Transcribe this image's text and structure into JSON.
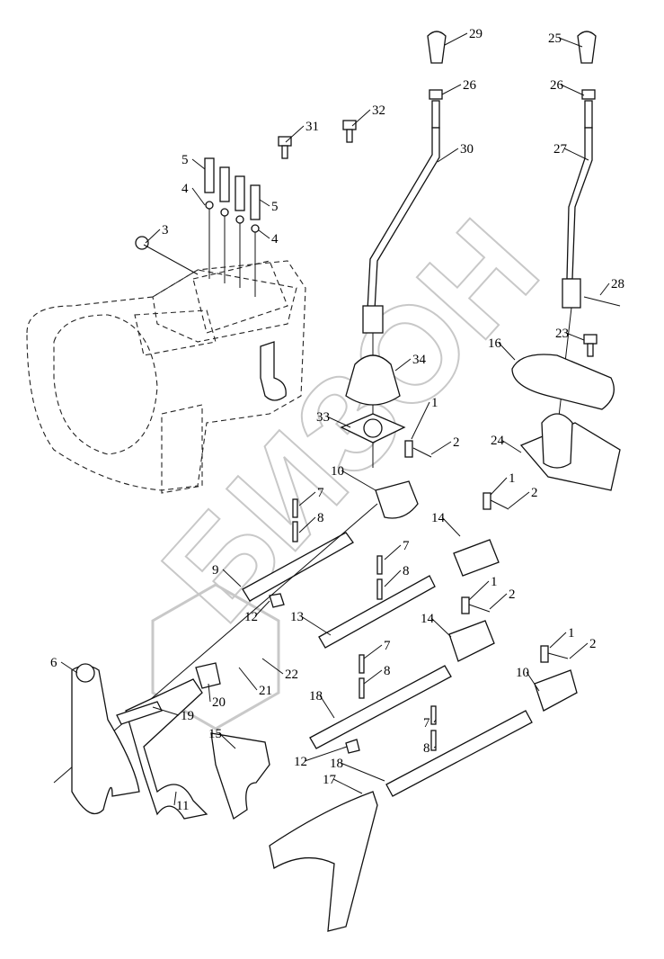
{
  "watermark": "БИЗОН",
  "callouts": [
    "29",
    "26",
    "32",
    "31",
    "30",
    "5",
    "4",
    "5",
    "4",
    "3",
    "25",
    "26",
    "27",
    "28",
    "23",
    "16",
    "34",
    "33",
    "1",
    "2",
    "10",
    "24",
    "1",
    "2",
    "7",
    "8",
    "14",
    "9",
    "7",
    "8",
    "1",
    "2",
    "12",
    "13",
    "14",
    "22",
    "21",
    "20",
    "19",
    "6",
    "1",
    "2",
    "7",
    "8",
    "10",
    "18",
    "15",
    "7",
    "8",
    "12",
    "18",
    "17",
    "11"
  ]
}
